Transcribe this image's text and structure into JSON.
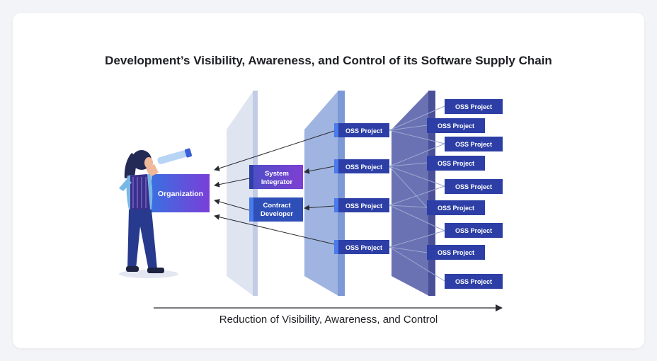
{
  "title": "Development’s Visibility, Awareness, and Control of its Software Supply Chain",
  "axis_caption": "Reduction of Visibility, Awareness, and Control",
  "organization_label": "Organization",
  "tier1": {
    "system_integrator": [
      "System",
      "Integrator"
    ],
    "contract_developer": [
      "Contract",
      "Developer"
    ]
  },
  "oss_label": "OSS Project",
  "colors": {
    "accent": "#2f3fa8",
    "panel1": "#dfe4f1",
    "panel2": "#8ea7da",
    "panel3": "#5b62a4",
    "purple": "#7b3fd6",
    "arrow": "#2a2b30"
  },
  "icons": [
    "person-with-telescope-icon",
    "arrow-icon"
  ]
}
